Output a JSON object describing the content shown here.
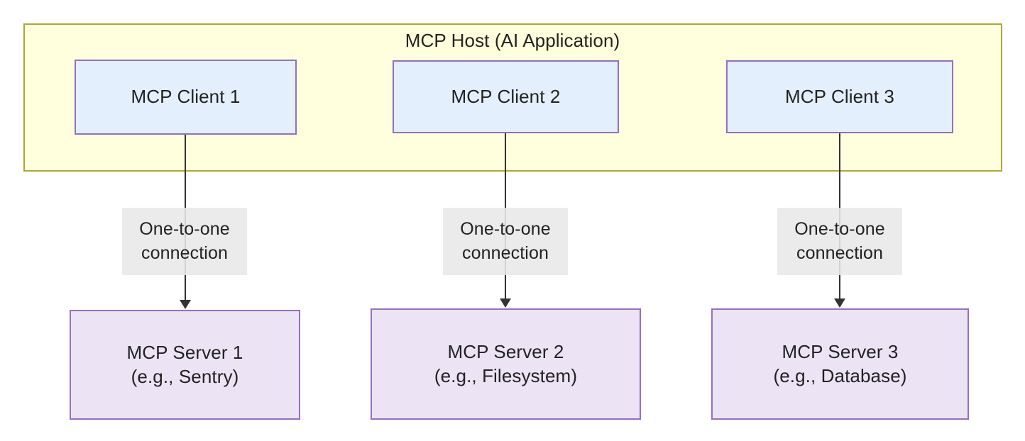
{
  "diagram": {
    "type": "flowchart",
    "title": "MCP Host (AI Application)",
    "host": {
      "label": "MCP Host (AI Application)",
      "fill": "#ffffdd",
      "stroke": "#aaaa33"
    },
    "clients": [
      {
        "label": "MCP Client 1",
        "fill": "#e3effc",
        "stroke": "#9370c0"
      },
      {
        "label": "MCP Client 2",
        "fill": "#e3effc",
        "stroke": "#9370c0"
      },
      {
        "label": "MCP Client 3",
        "fill": "#e3effc",
        "stroke": "#9370c0"
      }
    ],
    "servers": [
      {
        "line1": "MCP Server 1",
        "line2": "(e.g., Sentry)",
        "fill": "#ece4f5",
        "stroke": "#9370c0"
      },
      {
        "line1": "MCP Server 2",
        "line2": "(e.g., Filesystem)",
        "fill": "#ece4f5",
        "stroke": "#9370c0"
      },
      {
        "line1": "MCP Server 3",
        "line2": "(e.g., Database)",
        "fill": "#ece4f5",
        "stroke": "#9370c0"
      }
    ],
    "edges": [
      {
        "from": "MCP Client 1",
        "to": "MCP Server 1",
        "line1": "One-to-one",
        "line2": "connection"
      },
      {
        "from": "MCP Client 2",
        "to": "MCP Server 2",
        "line1": "One-to-one",
        "line2": "connection"
      },
      {
        "from": "MCP Client 3",
        "to": "MCP Server 3",
        "line1": "One-to-one",
        "line2": "connection"
      }
    ],
    "edge_label_fill": "#e8e8e8",
    "connector_color": "#333333",
    "background": "#ffffff"
  }
}
